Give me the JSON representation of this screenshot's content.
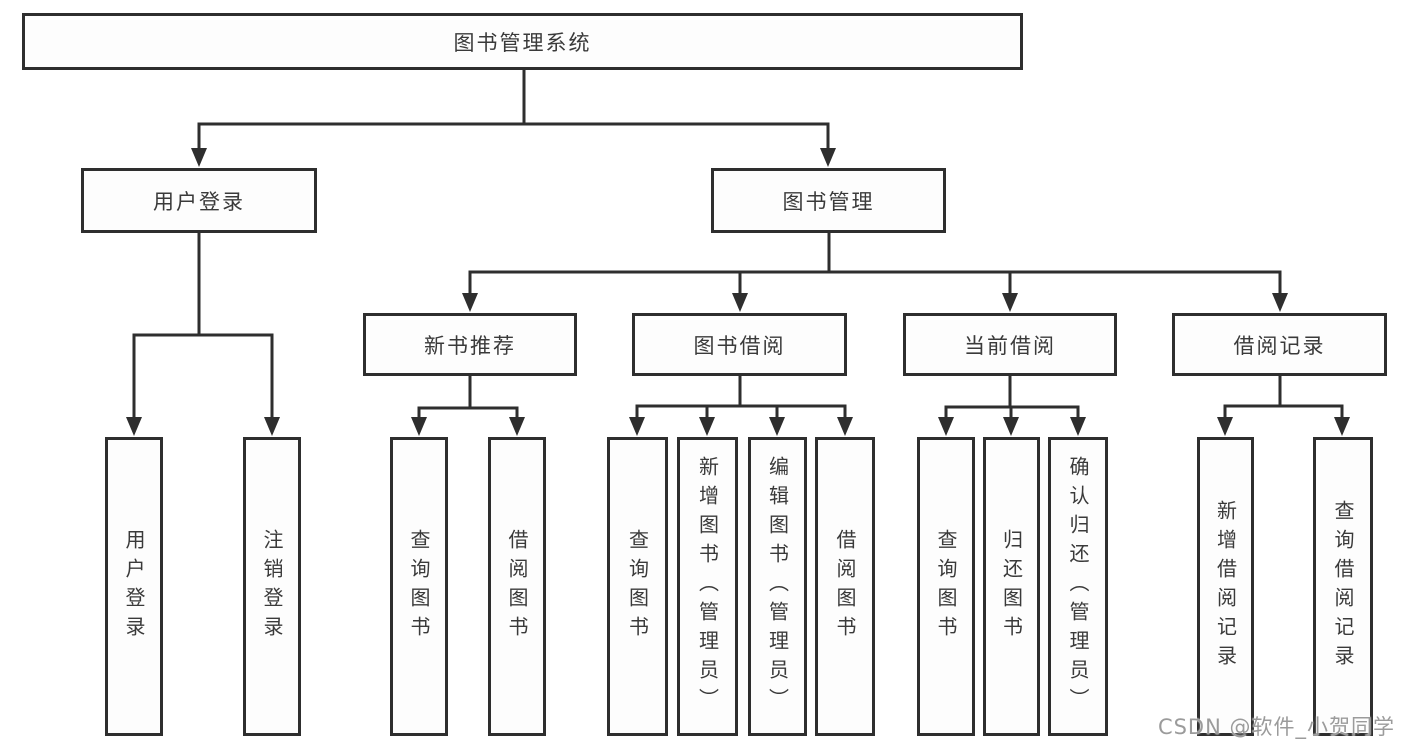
{
  "tree": {
    "label": "图书管理系统",
    "children": [
      {
        "label": "用户登录",
        "children": [
          {
            "label": "用户登录"
          },
          {
            "label": "注销登录"
          }
        ]
      },
      {
        "label": "图书管理",
        "children": [
          {
            "label": "新书推荐",
            "children": [
              {
                "label": "查询图书"
              },
              {
                "label": "借阅图书"
              }
            ]
          },
          {
            "label": "图书借阅",
            "children": [
              {
                "label": "查询图书"
              },
              {
                "label": "新增图书（管理员）"
              },
              {
                "label": "编辑图书（管理员）"
              },
              {
                "label": "借阅图书"
              }
            ]
          },
          {
            "label": "当前借阅",
            "children": [
              {
                "label": "查询图书"
              },
              {
                "label": "归还图书"
              },
              {
                "label": "确认归还（管理员）"
              }
            ]
          },
          {
            "label": "借阅记录",
            "children": [
              {
                "label": "新增借阅记录"
              },
              {
                "label": "查询借阅记录"
              }
            ]
          }
        ]
      }
    ]
  },
  "watermark": {
    "text": "CSDN @软件_小贺同学"
  },
  "colors": {
    "line": "#2e2e2e",
    "text": "#3a3a3a",
    "background": "#ffffff",
    "watermark": "#8a8a8a"
  }
}
